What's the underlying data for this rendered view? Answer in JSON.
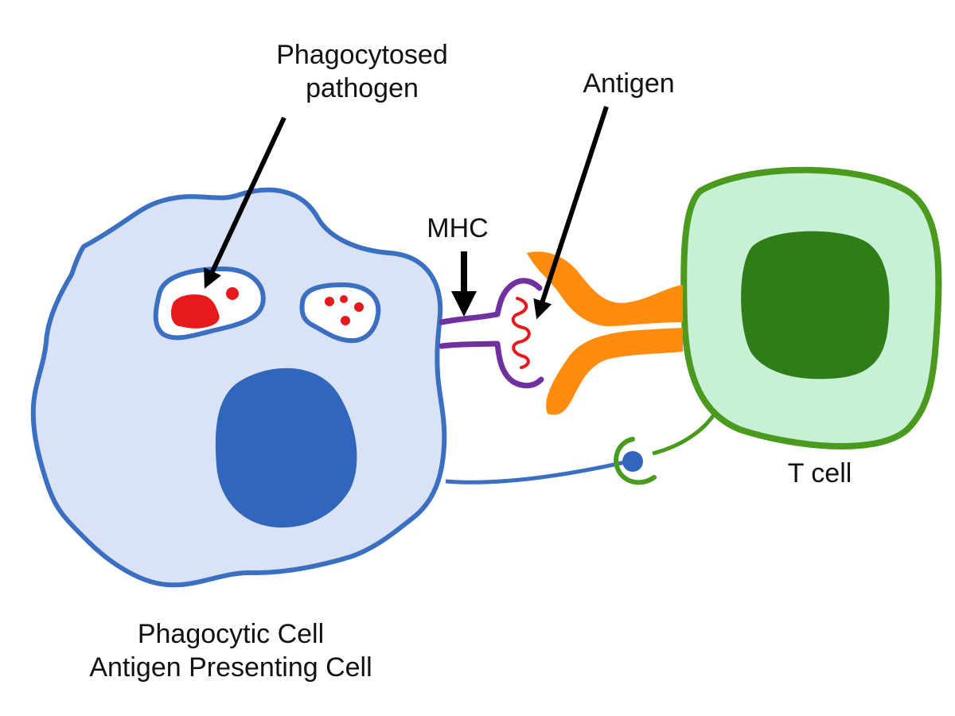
{
  "labels": {
    "pathogen_line1": "Phagocytosed",
    "pathogen_line2": "pathogen",
    "antigen": "Antigen",
    "mhc": "MHC",
    "tcell": "T cell",
    "apc_line1": "Phagocytic Cell",
    "apc_line2": "Antigen Presenting Cell"
  },
  "colors": {
    "apc_fill": "#dae3f5",
    "apc_outline": "#3a6fc2",
    "nucleus": "#3166bd",
    "pathogen": "#e8191b",
    "mhc": "#7030a0",
    "receptor": "#ff8c0f",
    "tcell_outline": "#4a9a1e",
    "tcell_fill": "#c8f0d4",
    "tcell_nucleus": "#2e7d18",
    "arrow": "#000000"
  }
}
